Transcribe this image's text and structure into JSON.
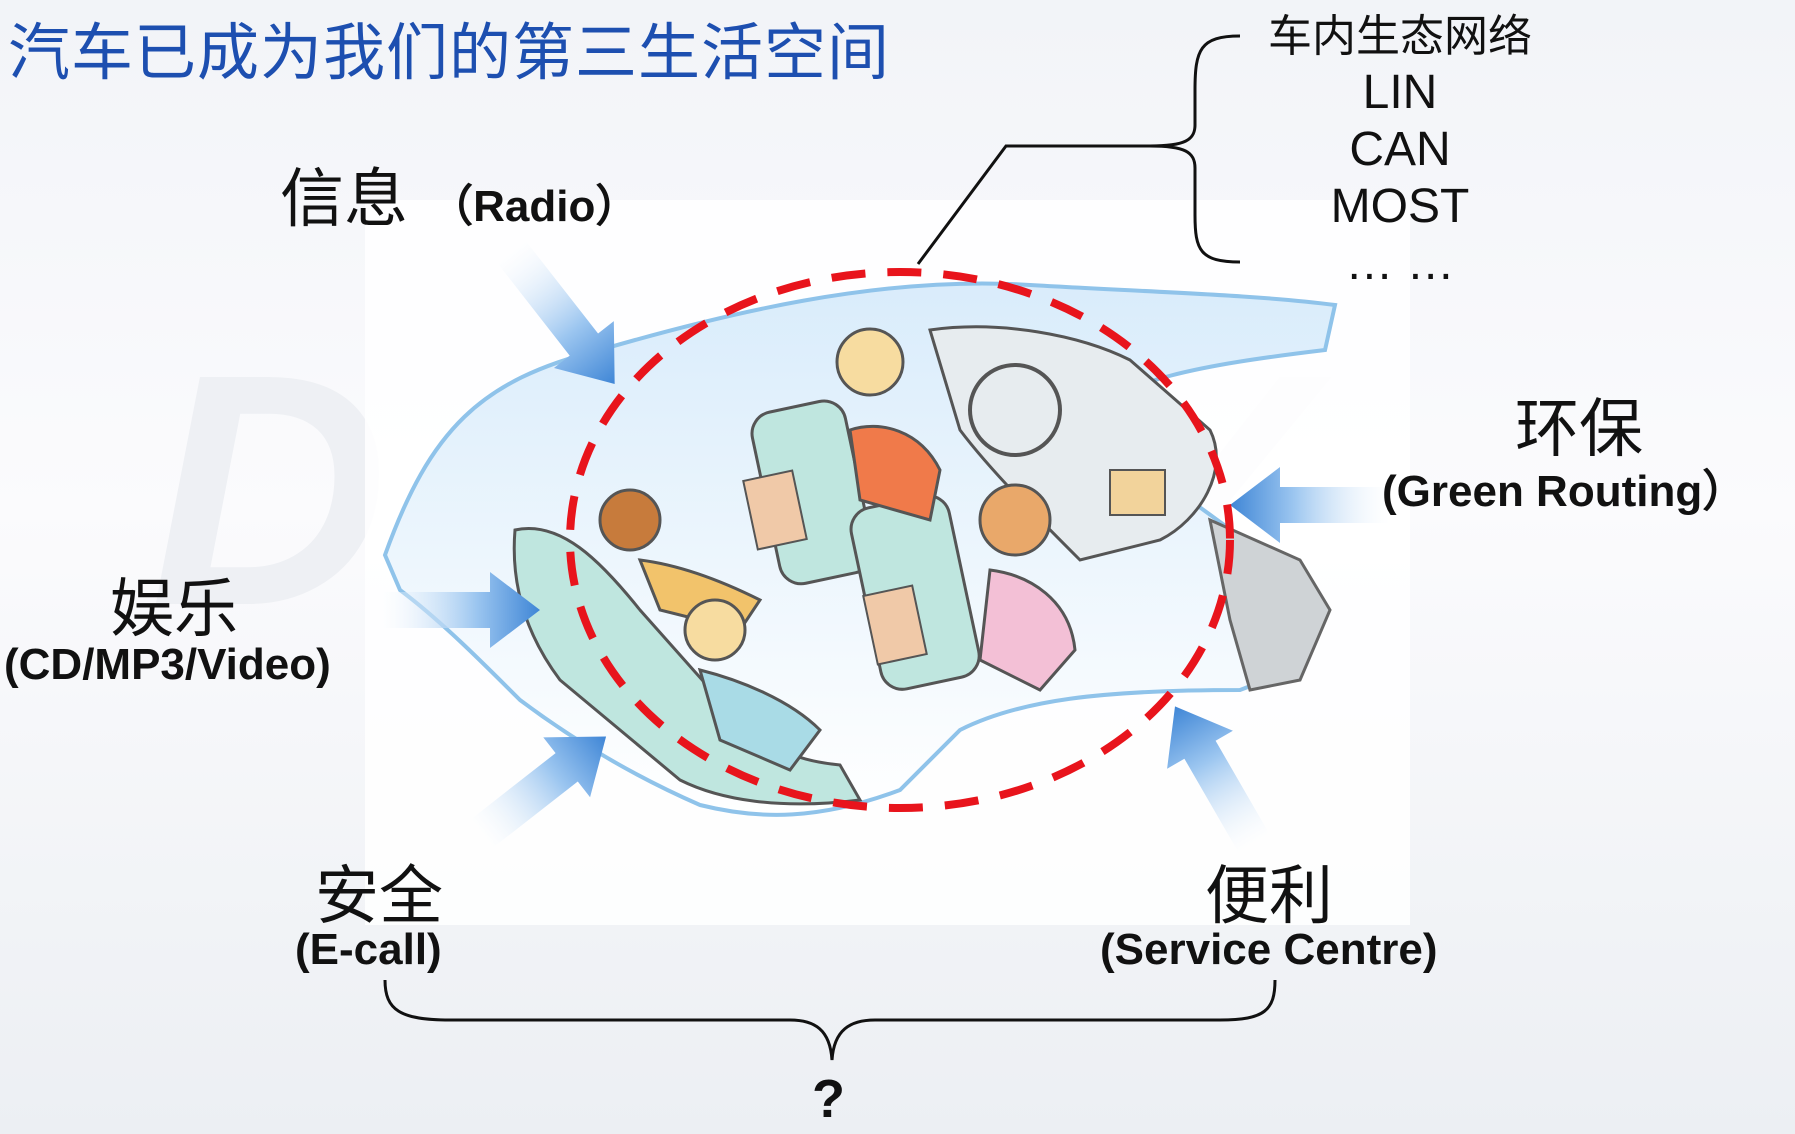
{
  "title": "汽车已成为我们的第三生活空间",
  "network": {
    "heading": "车内生态网络",
    "items": [
      "LIN",
      "CAN",
      "MOST",
      "… …"
    ]
  },
  "labels": {
    "info": {
      "cn": "信息",
      "en": "（Radio）"
    },
    "entertainment": {
      "cn": "娱乐",
      "en": "(CD/MP3/Video)"
    },
    "environment": {
      "cn": "环保",
      "en": "(Green Routing）"
    },
    "safety": {
      "cn": "安全",
      "en": "(E-call)"
    },
    "convenience": {
      "cn": "便利",
      "en": "(Service Centre)"
    }
  },
  "bottom_question": "?",
  "colors": {
    "title": "#1d4fb0",
    "dashed_ellipse": "#e8141c",
    "arrow": "#5b9de0"
  }
}
